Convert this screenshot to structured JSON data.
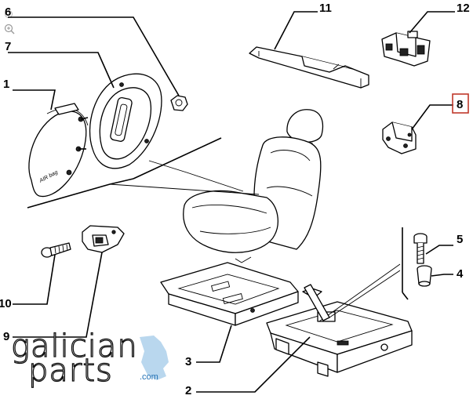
{
  "diagram": {
    "callouts": [
      {
        "id": "c1",
        "label": "1"
      },
      {
        "id": "c2",
        "label": "2"
      },
      {
        "id": "c3",
        "label": "3"
      },
      {
        "id": "c4",
        "label": "4"
      },
      {
        "id": "c5",
        "label": "5"
      },
      {
        "id": "c6",
        "label": "6"
      },
      {
        "id": "c7",
        "label": "7"
      },
      {
        "id": "c8",
        "label": "8"
      },
      {
        "id": "c9",
        "label": "9"
      },
      {
        "id": "c10",
        "label": "10"
      },
      {
        "id": "c11",
        "label": "11"
      },
      {
        "id": "c12",
        "label": "12"
      }
    ],
    "highlighted_callout": "8",
    "airbag_cover_text": "AIR bag"
  },
  "watermark": {
    "line1": "galician",
    "line2": "parts",
    "suffix": ".com",
    "accent_color": "#1f6fb3",
    "map_color": "#b9d7ee"
  },
  "colors": {
    "highlight_box": "#c0392b"
  }
}
